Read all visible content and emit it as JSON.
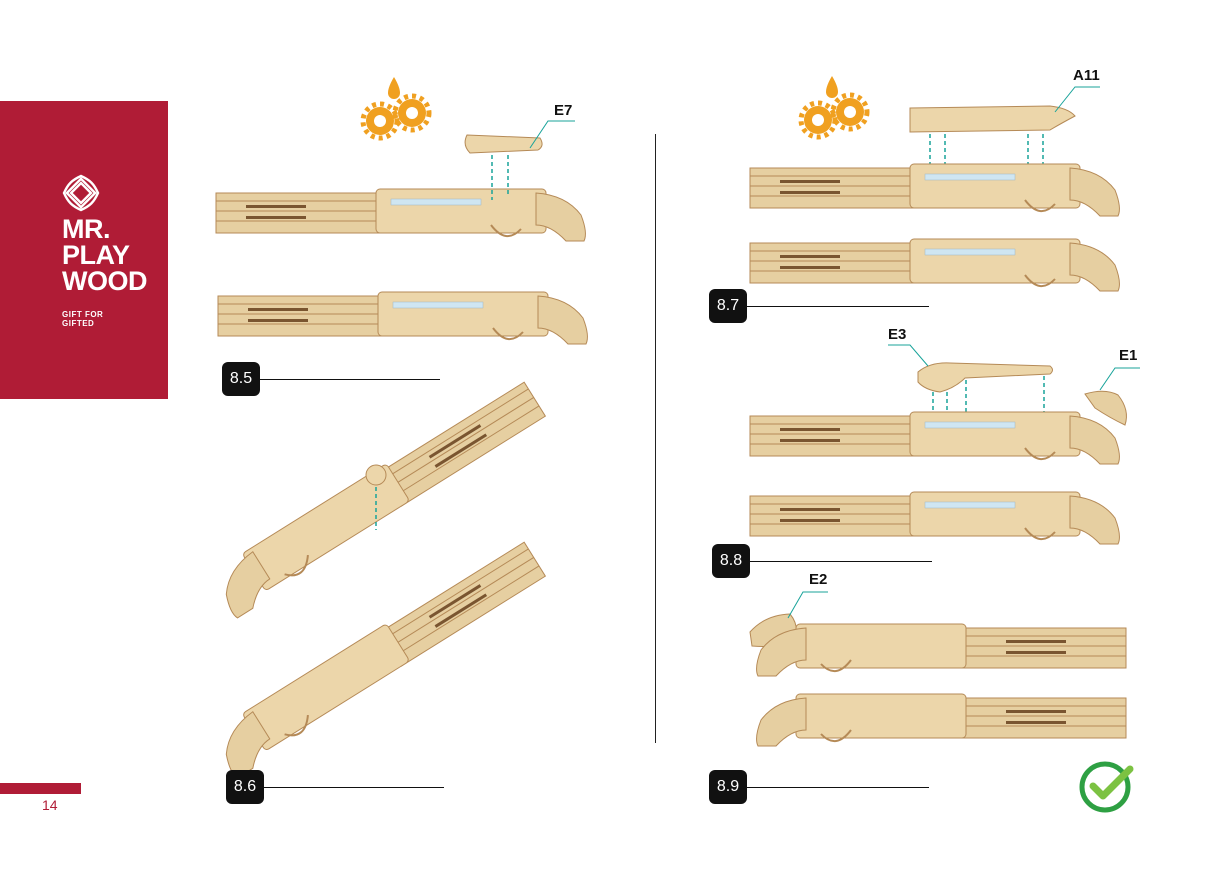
{
  "brand": {
    "name_lines": [
      "MR.",
      "PLAY",
      "WOOD"
    ],
    "tagline_lines": [
      "GIFT FOR",
      "GIFTED"
    ],
    "color": "#b01c36"
  },
  "page": {
    "number": "14"
  },
  "steps": [
    {
      "label": "8.5"
    },
    {
      "label": "8.6"
    },
    {
      "label": "8.7"
    },
    {
      "label": "8.8"
    },
    {
      "label": "8.9"
    }
  ],
  "parts": {
    "e7": "E7",
    "a11": "A11",
    "e3": "E3",
    "e1": "E1",
    "e2": "E2"
  },
  "icons": {
    "glue": "oil-gears-icon",
    "done": "checkmark-circle-icon"
  },
  "colors": {
    "wood": "#e6cfa1",
    "wood_dark": "#b58a57",
    "arrow": "#18a39a",
    "oil": "#f0a020",
    "check": "#2ea043"
  }
}
